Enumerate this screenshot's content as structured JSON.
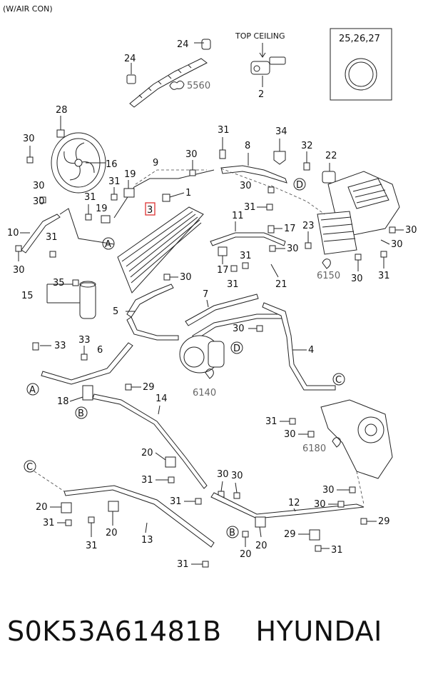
{
  "header": {
    "variant": "(W/AIR CON)"
  },
  "top_note": "TOP CEILING",
  "inset": {
    "label": "25,26,27"
  },
  "ref_codes": [
    "5560",
    "6150",
    "6140",
    "6180"
  ],
  "circle_refs": [
    "A",
    "B",
    "C",
    "D"
  ],
  "highlighted_part": "3",
  "callouts": [
    {
      "id": "c1",
      "text": "24"
    },
    {
      "id": "c2",
      "text": "24"
    },
    {
      "id": "c3",
      "text": "2"
    },
    {
      "id": "c4",
      "text": "28"
    },
    {
      "id": "c5",
      "text": "30"
    },
    {
      "id": "c6",
      "text": "16"
    },
    {
      "id": "c7",
      "text": "9"
    },
    {
      "id": "c8",
      "text": "30"
    },
    {
      "id": "c9",
      "text": "31"
    },
    {
      "id": "c10",
      "text": "8"
    },
    {
      "id": "c11",
      "text": "34"
    },
    {
      "id": "c12",
      "text": "32"
    },
    {
      "id": "c13",
      "text": "22"
    },
    {
      "id": "c14",
      "text": "31"
    },
    {
      "id": "c15",
      "text": "19"
    },
    {
      "id": "c16",
      "text": "30"
    },
    {
      "id": "c17",
      "text": "1"
    },
    {
      "id": "c18",
      "text": "30"
    },
    {
      "id": "c19",
      "text": "31"
    },
    {
      "id": "c20",
      "text": "19"
    },
    {
      "id": "c21",
      "text": "31"
    },
    {
      "id": "c22",
      "text": "11"
    },
    {
      "id": "c23",
      "text": "17"
    },
    {
      "id": "c24",
      "text": "23"
    },
    {
      "id": "c25",
      "text": "30"
    },
    {
      "id": "c26",
      "text": "10"
    },
    {
      "id": "c27",
      "text": "31"
    },
    {
      "id": "c28",
      "text": "30"
    },
    {
      "id": "c29",
      "text": "30"
    },
    {
      "id": "c30",
      "text": "17"
    },
    {
      "id": "c31",
      "text": "31"
    },
    {
      "id": "c32",
      "text": "30"
    },
    {
      "id": "c33",
      "text": "30"
    },
    {
      "id": "c34",
      "text": "31"
    },
    {
      "id": "c35",
      "text": "35"
    },
    {
      "id": "c36",
      "text": "30"
    },
    {
      "id": "c37",
      "text": "31"
    },
    {
      "id": "c38",
      "text": "21"
    },
    {
      "id": "c39",
      "text": "15"
    },
    {
      "id": "c40",
      "text": "7"
    },
    {
      "id": "c41",
      "text": "5"
    },
    {
      "id": "c42",
      "text": "30"
    },
    {
      "id": "c43",
      "text": "33"
    },
    {
      "id": "c44",
      "text": "33"
    },
    {
      "id": "c45",
      "text": "6"
    },
    {
      "id": "c46",
      "text": "4"
    },
    {
      "id": "c47",
      "text": "29"
    },
    {
      "id": "c48",
      "text": "18"
    },
    {
      "id": "c49",
      "text": "14"
    },
    {
      "id": "c50",
      "text": "31"
    },
    {
      "id": "c51",
      "text": "30"
    },
    {
      "id": "c52",
      "text": "20"
    },
    {
      "id": "c53",
      "text": "31"
    },
    {
      "id": "c54",
      "text": "30"
    },
    {
      "id": "c55",
      "text": "30"
    },
    {
      "id": "c56",
      "text": "30"
    },
    {
      "id": "c57",
      "text": "20"
    },
    {
      "id": "c58",
      "text": "31"
    },
    {
      "id": "c59",
      "text": "12"
    },
    {
      "id": "c60",
      "text": "30"
    },
    {
      "id": "c61",
      "text": "29"
    },
    {
      "id": "c62",
      "text": "31"
    },
    {
      "id": "c63",
      "text": "20"
    },
    {
      "id": "c64",
      "text": "13"
    },
    {
      "id": "c65",
      "text": "20"
    },
    {
      "id": "c66",
      "text": "31"
    },
    {
      "id": "c67",
      "text": "20"
    },
    {
      "id": "c68",
      "text": "31"
    },
    {
      "id": "c69",
      "text": "31"
    },
    {
      "id": "c70",
      "text": "31"
    },
    {
      "id": "c71",
      "text": "31"
    }
  ],
  "footer": {
    "part_number": "S0K53A61481B",
    "brand": "HYUNDAI"
  }
}
